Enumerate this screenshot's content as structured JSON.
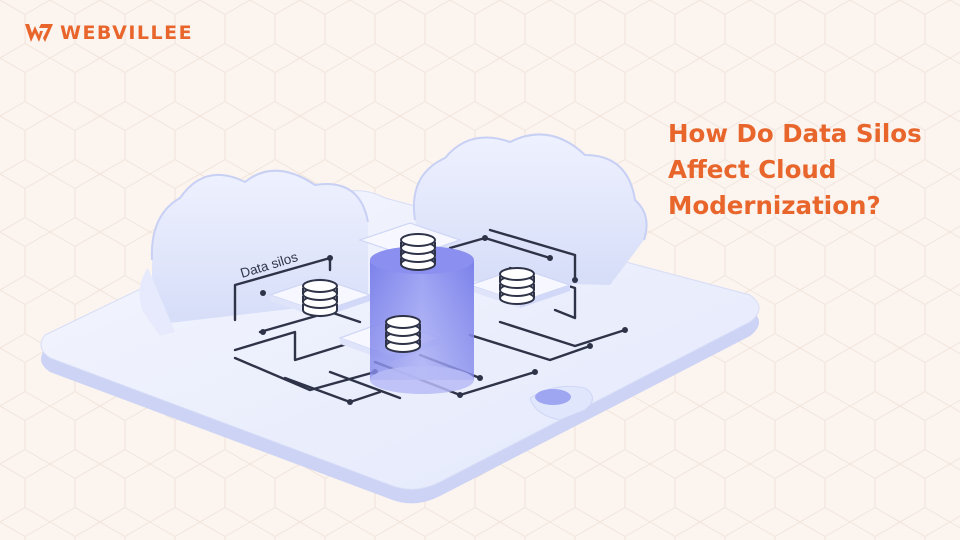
{
  "brand": {
    "name": "WEBVILLEE",
    "accent_color": "#e8662c",
    "logo_icon": "webvillee-w-logo-icon"
  },
  "headline": {
    "lines": [
      "How Do Data Silos",
      "Affect Cloud",
      "Modernization?"
    ]
  },
  "illustration": {
    "label": "Data silos",
    "icons": [
      "cloud-icon",
      "database-icon",
      "circuit-board"
    ],
    "colors": {
      "platform": "#e4e9fc",
      "cloud": "#dde3fb",
      "cylinder": "#7b82ee",
      "circuit": "#2f3348"
    }
  }
}
